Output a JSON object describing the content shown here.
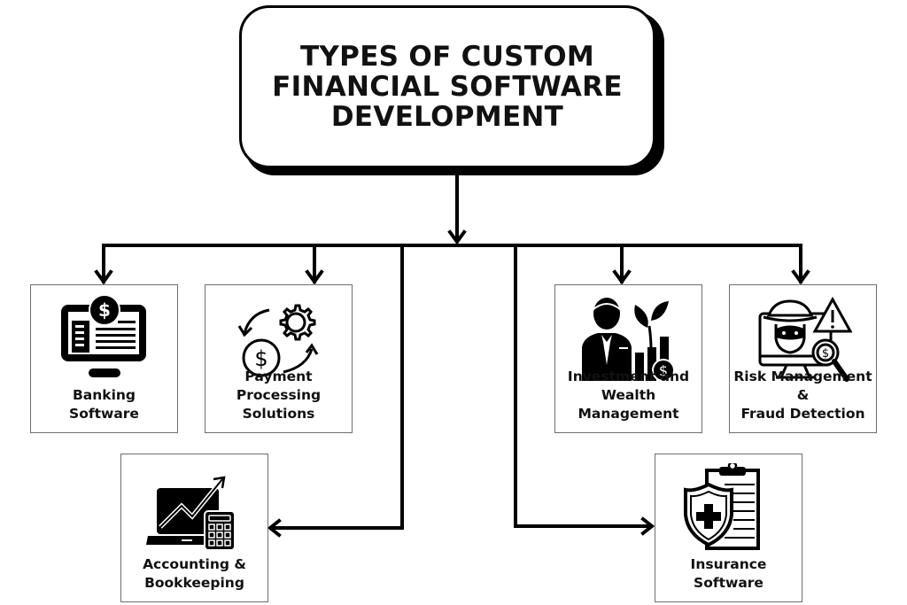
{
  "title": {
    "line1": "TYPES OF CUSTOM",
    "line2": "FINANCIAL SOFTWARE",
    "line3": "DEVELOPMENT"
  },
  "nodes": [
    {
      "id": "banking",
      "line1": "Banking",
      "line2": "Software",
      "icon": "computer-dollar-icon"
    },
    {
      "id": "payment",
      "line1": "Payment Processing",
      "line2": "Solutions",
      "icon": "gear-dollar-cycle-icon"
    },
    {
      "id": "investment",
      "line1": "Investment and",
      "line2": "Wealth Management",
      "icon": "investor-growth-icon"
    },
    {
      "id": "risk",
      "line1": "Risk Management &",
      "line2": "Fraud Detection",
      "icon": "fraud-detection-icon"
    },
    {
      "id": "accounting",
      "line1": "Accounting &",
      "line2": "Bookkeeping",
      "icon": "laptop-calculator-icon"
    },
    {
      "id": "insurance",
      "line1": "Insurance",
      "line2": "Software",
      "icon": "shield-clipboard-icon"
    }
  ],
  "colors": {
    "stroke": "#000000",
    "card_border": "#6e6e6e",
    "background": "#ffffff"
  }
}
